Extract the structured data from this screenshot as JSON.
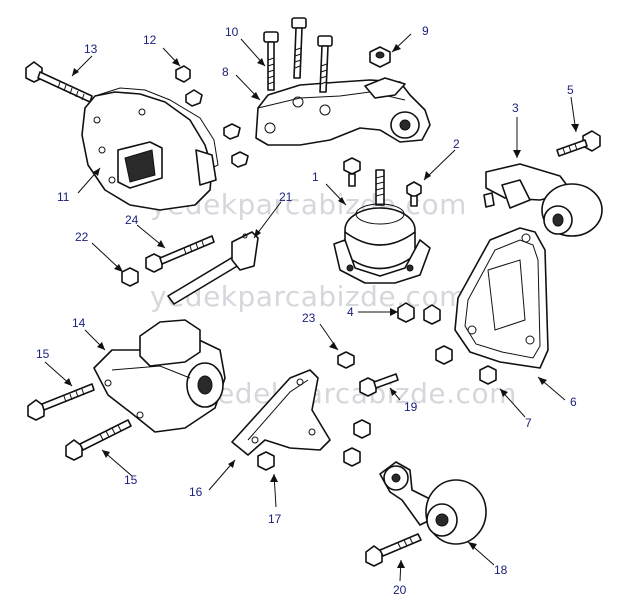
{
  "diagram": {
    "callouts": {
      "c1": "1",
      "c2": "2",
      "c3": "3",
      "c4": "4",
      "c5": "5",
      "c6": "6",
      "c7": "7",
      "c8": "8",
      "c9": "9",
      "c10": "10",
      "c11": "11",
      "c12": "12",
      "c13": "13",
      "c14": "14",
      "c15a": "15",
      "c15b": "15",
      "c16": "16",
      "c17": "17",
      "c18": "18",
      "c19": "19",
      "c20": "20",
      "c21": "21",
      "c22": "22",
      "c23": "23",
      "c24": "24"
    },
    "watermarks": {
      "w1": "yedekparcabizde.com",
      "w2": "yedekparcabizde.com",
      "w3": "yedekparcabizde.com"
    },
    "colors": {
      "callout_text": "#1a1f7a",
      "watermark": "#b4b8c2",
      "line": "#111111"
    }
  }
}
